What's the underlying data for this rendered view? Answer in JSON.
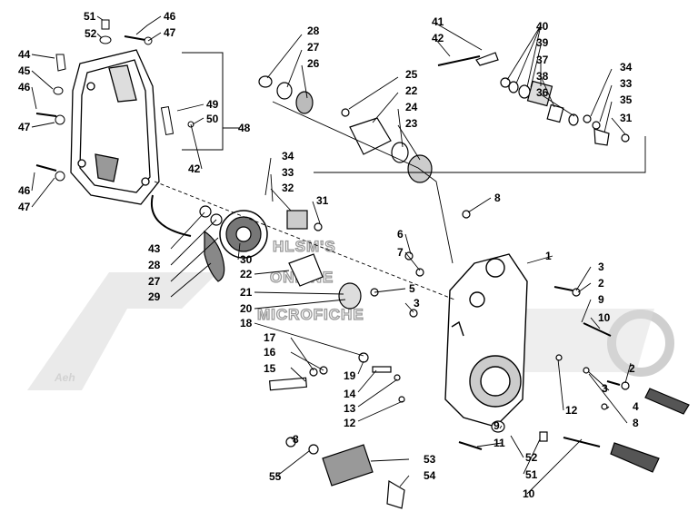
{
  "watermark": {
    "brand": "Aeh",
    "site_line1": "HLSM'S",
    "site_line2": "ONLINE",
    "site_line3": "MICROFICHE"
  },
  "callouts": [
    {
      "id": "c1",
      "text": "51"
    },
    {
      "id": "c2",
      "text": "46"
    },
    {
      "id": "c3",
      "text": "52"
    },
    {
      "id": "c4",
      "text": "47"
    },
    {
      "id": "c5",
      "text": "44"
    },
    {
      "id": "c6",
      "text": "45"
    },
    {
      "id": "c7",
      "text": "46"
    },
    {
      "id": "c8",
      "text": "47"
    },
    {
      "id": "c9",
      "text": "49"
    },
    {
      "id": "c10",
      "text": "50"
    },
    {
      "id": "c11",
      "text": "48"
    },
    {
      "id": "c12",
      "text": "46"
    },
    {
      "id": "c13",
      "text": "47"
    },
    {
      "id": "c14",
      "text": "28"
    },
    {
      "id": "c15",
      "text": "27"
    },
    {
      "id": "c16",
      "text": "26"
    },
    {
      "id": "c17",
      "text": "25"
    },
    {
      "id": "c18",
      "text": "22"
    },
    {
      "id": "c19",
      "text": "24"
    },
    {
      "id": "c20",
      "text": "23"
    },
    {
      "id": "c21",
      "text": "41"
    },
    {
      "id": "c22",
      "text": "42"
    },
    {
      "id": "c23",
      "text": "40"
    },
    {
      "id": "c24",
      "text": "39"
    },
    {
      "id": "c25",
      "text": "37"
    },
    {
      "id": "c26",
      "text": "38"
    },
    {
      "id": "c27",
      "text": "36"
    },
    {
      "id": "c28",
      "text": "34"
    },
    {
      "id": "c29",
      "text": "33"
    },
    {
      "id": "c30",
      "text": "35"
    },
    {
      "id": "c31",
      "text": "31"
    },
    {
      "id": "c32",
      "text": "8"
    },
    {
      "id": "c33",
      "text": "42"
    },
    {
      "id": "c34",
      "text": "34"
    },
    {
      "id": "c35",
      "text": "33"
    },
    {
      "id": "c36",
      "text": "32"
    },
    {
      "id": "c37",
      "text": "31"
    },
    {
      "id": "c38",
      "text": "43"
    },
    {
      "id": "c39",
      "text": "28"
    },
    {
      "id": "c40",
      "text": "27"
    },
    {
      "id": "c41",
      "text": "29"
    },
    {
      "id": "c42",
      "text": "30"
    },
    {
      "id": "c43",
      "text": "22"
    },
    {
      "id": "c44",
      "text": "21"
    },
    {
      "id": "c45",
      "text": "20"
    },
    {
      "id": "c46",
      "text": "18"
    },
    {
      "id": "c47",
      "text": "17"
    },
    {
      "id": "c48",
      "text": "16"
    },
    {
      "id": "c49",
      "text": "15"
    },
    {
      "id": "c50",
      "text": "6"
    },
    {
      "id": "c51",
      "text": "7"
    },
    {
      "id": "c52",
      "text": "5"
    },
    {
      "id": "c53",
      "text": "3"
    },
    {
      "id": "c54",
      "text": "1"
    },
    {
      "id": "c55",
      "text": "3"
    },
    {
      "id": "c56",
      "text": "2"
    },
    {
      "id": "c57",
      "text": "9"
    },
    {
      "id": "c58",
      "text": "10"
    },
    {
      "id": "c59",
      "text": "19"
    },
    {
      "id": "c60",
      "text": "14"
    },
    {
      "id": "c61",
      "text": "13"
    },
    {
      "id": "c62",
      "text": "12"
    },
    {
      "id": "c63",
      "text": "8"
    },
    {
      "id": "c64",
      "text": "2"
    },
    {
      "id": "c65",
      "text": "3"
    },
    {
      "id": "c66",
      "text": "4"
    },
    {
      "id": "c67",
      "text": "12"
    },
    {
      "id": "c68",
      "text": "8"
    },
    {
      "id": "c69",
      "text": "9"
    },
    {
      "id": "c70",
      "text": "11"
    },
    {
      "id": "c71",
      "text": "52"
    },
    {
      "id": "c72",
      "text": "51"
    },
    {
      "id": "c73",
      "text": "10"
    },
    {
      "id": "c74",
      "text": "53"
    },
    {
      "id": "c75",
      "text": "54"
    },
    {
      "id": "c76",
      "text": "55"
    }
  ]
}
